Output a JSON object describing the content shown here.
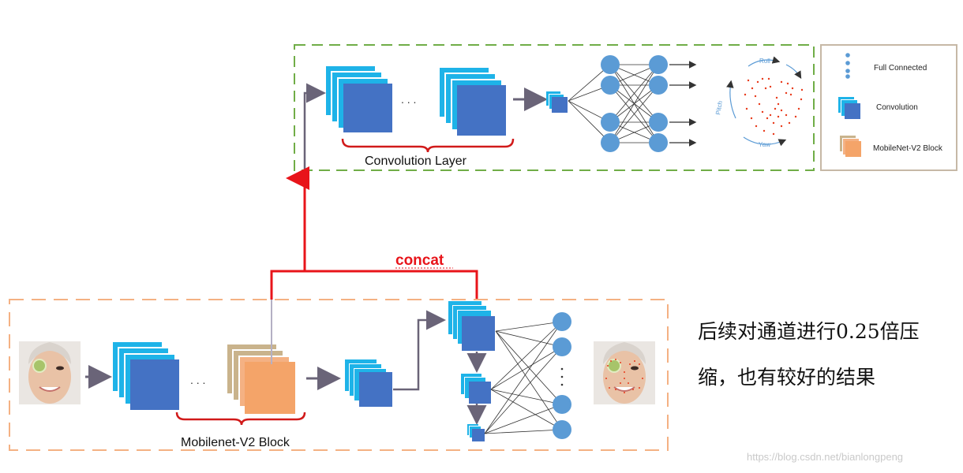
{
  "top_section": {
    "convolution_label": "Convolution Layer",
    "pose_labels": {
      "roll": "Roll",
      "pitch": "Pitch",
      "yaw": "Yaw"
    }
  },
  "legend": {
    "full_connected": "Full Connected",
    "convolution": "Convolution",
    "mobilenet_block": "MobileNet-V2 Block"
  },
  "connector": {
    "concat_label": "concat"
  },
  "bottom_section": {
    "block_label": "Mobilenet-V2 Block"
  },
  "note": {
    "line1": "后续对通道进行0.25倍压",
    "line2": "缩，也有较好的结果"
  },
  "ellipsis": {
    "dots": ". . ."
  },
  "watermark": "https://blog.csdn.net/bianlongpeng",
  "colors": {
    "conv_blue": "#4472C4",
    "conv_cyan": "#1EB3E8",
    "mobilenet_orange": "#F4A469",
    "mobilenet_tan": "#C9B38C",
    "concat_red": "#E8141A",
    "green_dash": "#70AD47",
    "orange_dash": "#F4B183",
    "node_blue": "#5B9BD5"
  }
}
